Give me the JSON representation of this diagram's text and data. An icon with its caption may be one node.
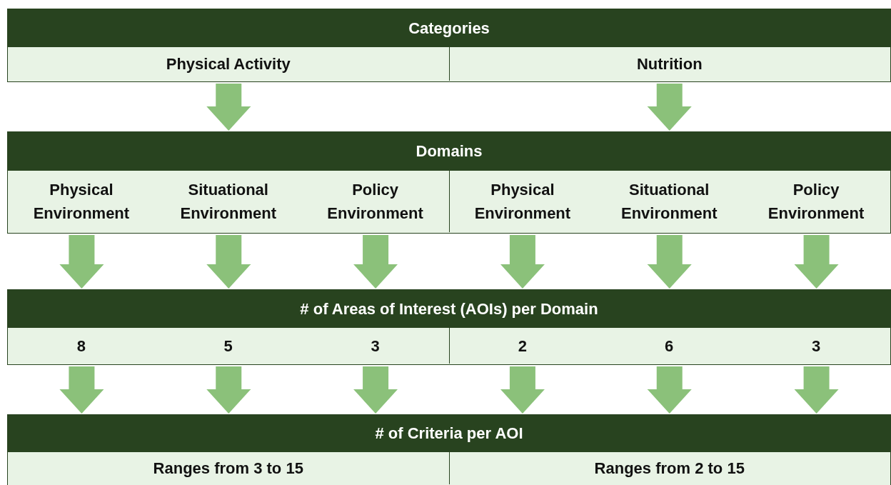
{
  "diagram": {
    "nodes": [
      {
        "text": [
          "Categories"
        ]
      },
      {
        "text": [
          "Physical Activity"
        ],
        "in": 0
      },
      {
        "text": [
          "Nutrition"
        ],
        "in": 0
      },
      {
        "text": [
          "Domains"
        ]
      },
      {
        "text": [
          "Physical Environment"
        ],
        "in": 3
      },
      {
        "text": [
          "Situational Environment"
        ],
        "in": 3
      },
      {
        "text": [
          "Policy Environment"
        ],
        "in": 3
      },
      {
        "text": [
          "Physical Environment"
        ],
        "in": 3
      },
      {
        "text": [
          "Situational Environment"
        ],
        "in": 3
      },
      {
        "text": [
          "Policy Environment"
        ],
        "in": 3
      },
      {
        "text": [
          "# of Areas of Interest (AOIs) per Domain"
        ]
      },
      {
        "text": [
          "8"
        ],
        "in": 10
      },
      {
        "text": [
          "5"
        ],
        "in": 10
      },
      {
        "text": [
          "3"
        ],
        "in": 10
      },
      {
        "text": [
          "2"
        ],
        "in": 10
      },
      {
        "text": [
          "6"
        ],
        "in": 10
      },
      {
        "text": [
          "3"
        ],
        "in": 10
      },
      {
        "text": [
          "# of Criteria per AOI"
        ]
      },
      {
        "text": [
          "Ranges from 3 to 15"
        ],
        "in": 17
      },
      {
        "text": [
          "Ranges from 2 to 15"
        ],
        "in": 17
      }
    ],
    "edges": [
      {
        "from": 1,
        "to": 3,
        "arrow": "to"
      },
      {
        "from": 2,
        "to": 3,
        "arrow": "to"
      },
      {
        "from": 4,
        "to": 10,
        "arrow": "to"
      },
      {
        "from": 5,
        "to": 10,
        "arrow": "to"
      },
      {
        "from": 6,
        "to": 10,
        "arrow": "to"
      },
      {
        "from": 7,
        "to": 10,
        "arrow": "to"
      },
      {
        "from": 8,
        "to": 10,
        "arrow": "to"
      },
      {
        "from": 9,
        "to": 10,
        "arrow": "to"
      },
      {
        "from": 11,
        "to": 17,
        "arrow": "to"
      },
      {
        "from": 12,
        "to": 17,
        "arrow": "to"
      },
      {
        "from": 13,
        "to": 17,
        "arrow": "to"
      },
      {
        "from": 14,
        "to": 17,
        "arrow": "to"
      },
      {
        "from": 15,
        "to": 17,
        "arrow": "to"
      },
      {
        "from": 16,
        "to": 17,
        "arrow": "to"
      }
    ]
  }
}
